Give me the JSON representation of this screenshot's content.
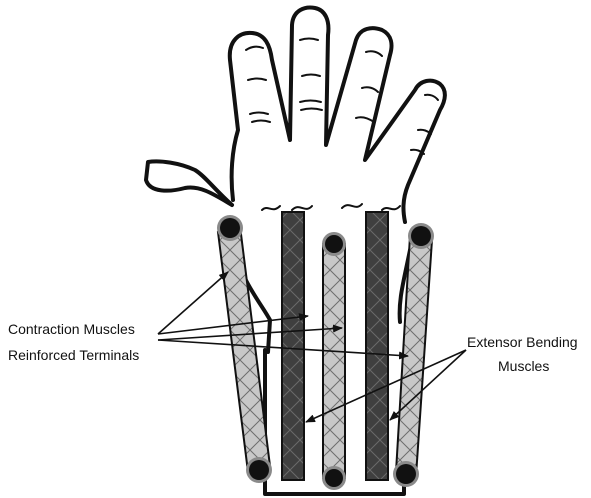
{
  "labels": {
    "contraction_muscles": "Contraction Muscles",
    "reinforced_terminals": "Reinforced Terminals",
    "extensor_line1": "Extensor Bending",
    "extensor_line2": "Muscles"
  },
  "colors": {
    "outline": "#111111",
    "contraction_muscle_fill": "#c8c8c8",
    "extensor_muscle_fill": "#3f3f3f",
    "terminal_fill": "#111111",
    "terminal_ring": "#8a8a8a",
    "background": "#ffffff"
  }
}
